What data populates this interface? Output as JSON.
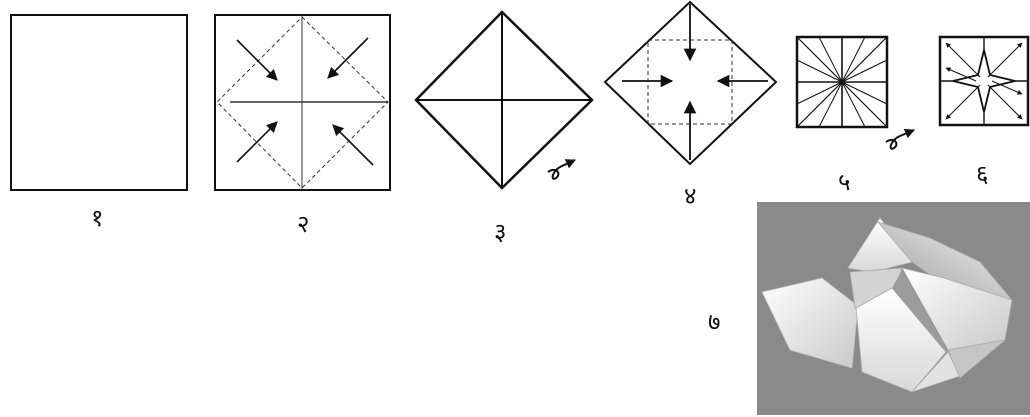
{
  "steps": [
    {
      "id": 1,
      "label": "१"
    },
    {
      "id": 2,
      "label": "२"
    },
    {
      "id": 3,
      "label": "३"
    },
    {
      "id": 4,
      "label": "४"
    },
    {
      "id": 5,
      "label": "५"
    },
    {
      "id": 6,
      "label": "६"
    },
    {
      "id": 7,
      "label": "७"
    }
  ],
  "icons": {
    "fold_direction": "arrow-icon",
    "turn_over": "turn-over-arrow-icon"
  },
  "colors": {
    "stroke": "#111111",
    "photo_background": "#8a8a8a",
    "paper": "#ffffff"
  }
}
